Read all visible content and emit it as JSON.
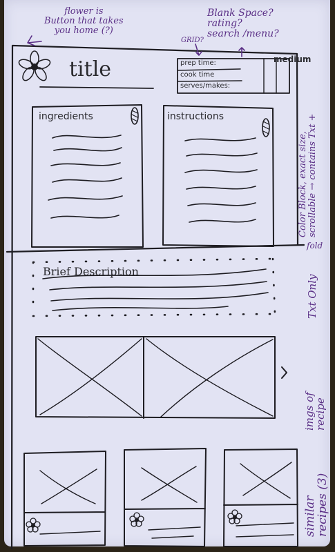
{
  "sketch": {
    "title": "title",
    "info_grid": {
      "rows": [
        "prep time:",
        "cook time",
        "serves/makes:"
      ]
    },
    "size_label": "medium",
    "panels": {
      "ingredients_label": "ingredients",
      "instructions_label": "instructions"
    },
    "brief_description_label": "Brief Description",
    "carousel_arrow": ">",
    "similar_recipe_count": 3
  },
  "notes": {
    "flower_note": "flower is\nButton that takes\nyou home (?)",
    "grid_note": "GRID?",
    "blank_space_note": "Blank Space?\nrating?\nsearch /menu?",
    "color_block_note": "Color Block, exact size,\nscrollable → contains Txt +",
    "fold_note": "fold",
    "txt_only_note": "Txt Only",
    "imgs_note": "imgs of\nrecipe",
    "similar_note": "similar\nrecipes (3)"
  },
  "colors": {
    "paper": "#e2e3f3",
    "ink": "#1e1d22",
    "annotation_ink": "#5a2f86",
    "background": "#2b2418"
  },
  "icons": [
    "flower-icon",
    "scroll-handle-icon",
    "image-placeholder-icon"
  ]
}
